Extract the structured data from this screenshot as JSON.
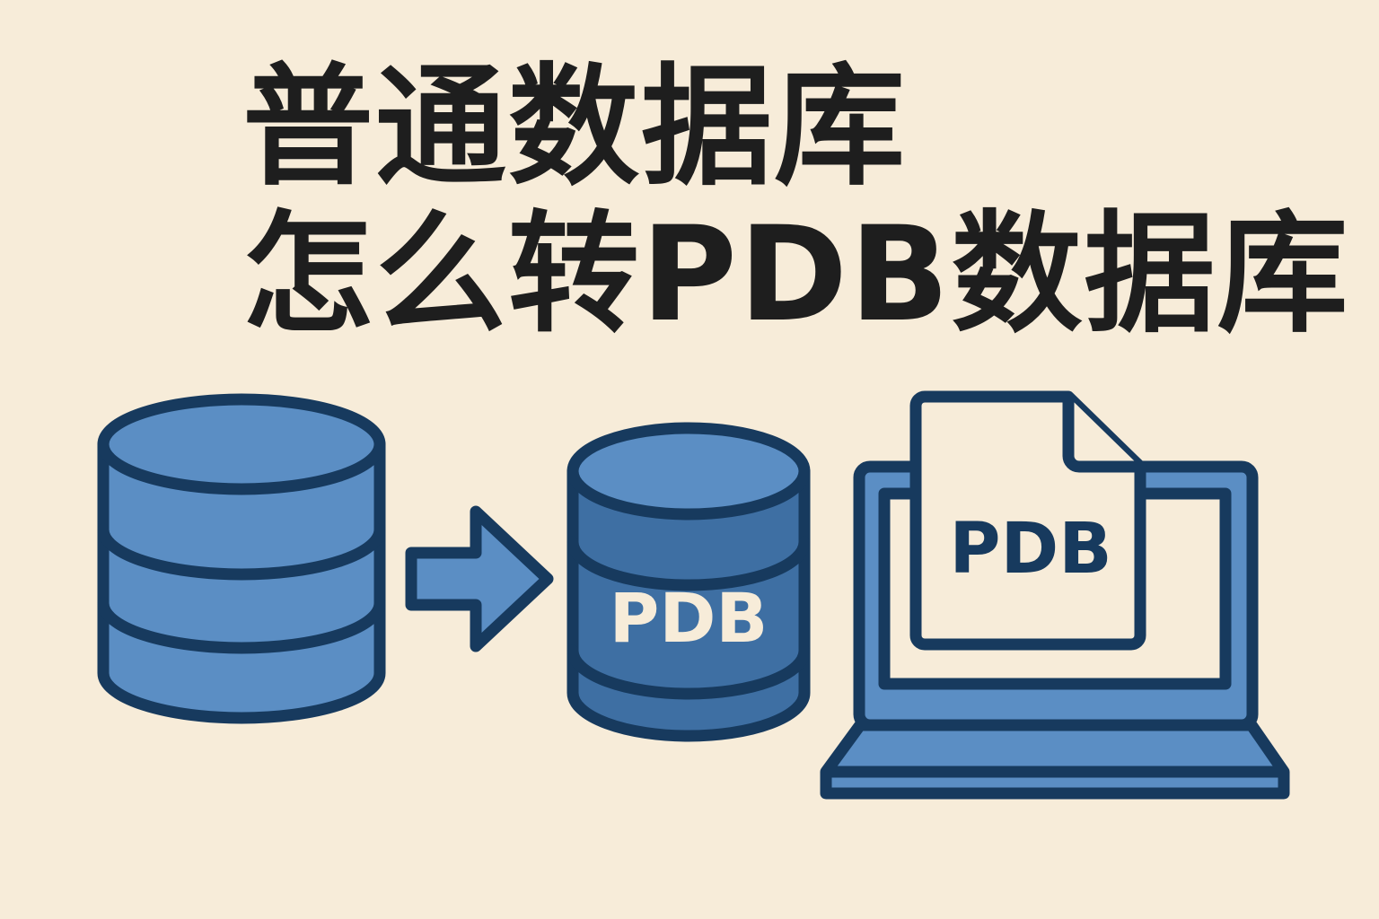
{
  "title": {
    "line1": "普通数据库",
    "line2": "怎么转PDB数据库"
  },
  "pdb_database": {
    "label": "PDB"
  },
  "pdb_document": {
    "label": "PDB"
  },
  "colors": {
    "background": "#f7ecd9",
    "outline": "#173a5e",
    "light_blue": "#5b8ec4",
    "mid_blue": "#3e6fa3",
    "paper": "#f7ecd9",
    "title_text": "#1e1e1e",
    "db_label_text": "#f7ecd9"
  },
  "icons": {
    "source": "database-icon",
    "arrow": "arrow-right-icon",
    "target": "pdb-database-icon",
    "laptop": "laptop-icon",
    "document": "document-icon"
  }
}
